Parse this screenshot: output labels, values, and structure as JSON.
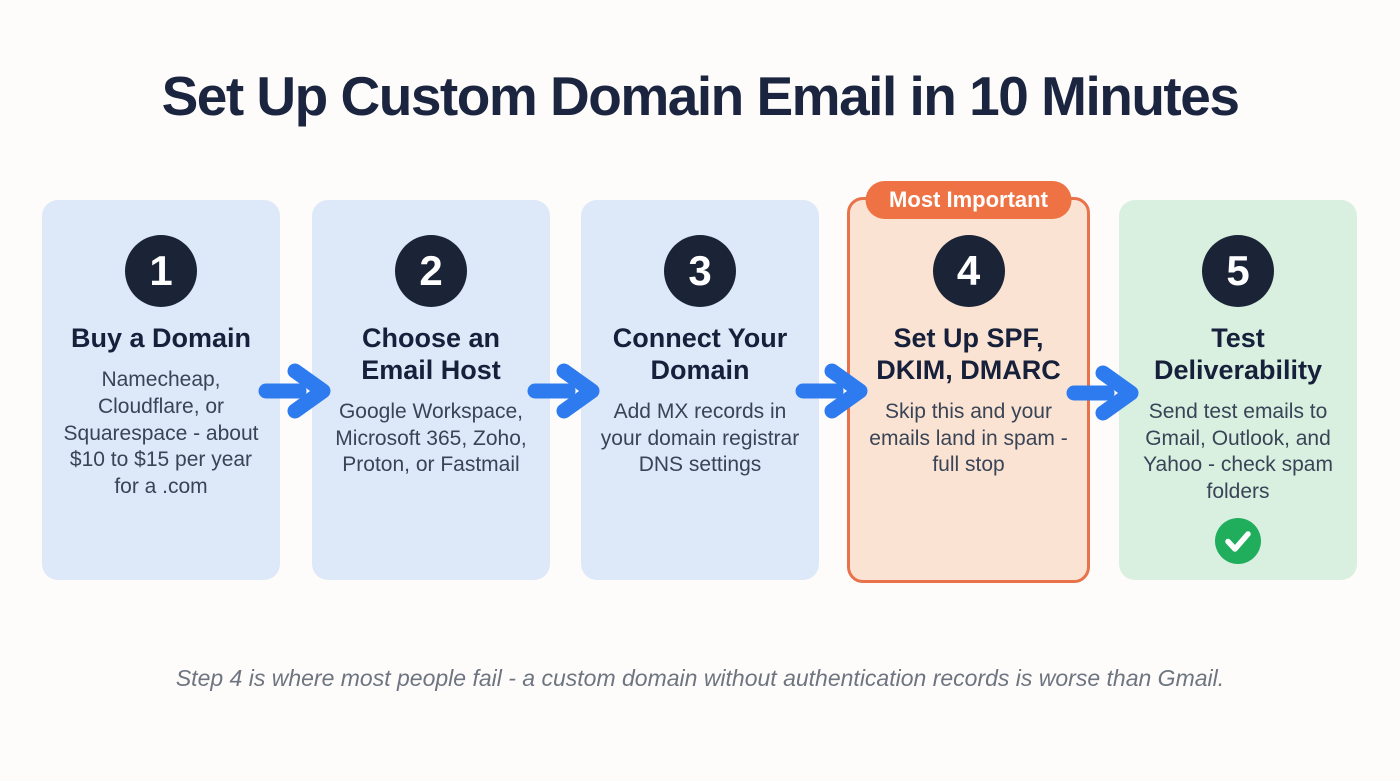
{
  "title": "Set Up Custom Domain Email in 10 Minutes",
  "footnote": "Step 4 is where most people fail - a custom domain without authentication records is worse than Gmail.",
  "steps": [
    {
      "number": "1",
      "title": "Buy a Domain",
      "description": "Namecheap, Cloudflare, or Squarespace - about $10 to $15 per year for a .com",
      "theme": "blue"
    },
    {
      "number": "2",
      "title": "Choose an Email Host",
      "description": "Google Workspace, Microsoft 365, Zoho, Proton, or Fastmail",
      "theme": "blue"
    },
    {
      "number": "3",
      "title": "Connect Your Domain",
      "description": "Add MX records in your domain registrar DNS settings",
      "theme": "blue"
    },
    {
      "number": "4",
      "title": "Set Up SPF, DKIM, DMARC",
      "description": "Skip this and your emails land in spam - full stop",
      "theme": "orange",
      "badge": "Most Important",
      "highlighted": true
    },
    {
      "number": "5",
      "title": "Test Deliverability",
      "description": "Send test emails to Gmail, Outlook, and Yahoo - check spam folders",
      "theme": "green",
      "has_check": true
    }
  ],
  "icons": {
    "arrow": "right-arrow-icon",
    "check": "check-circle-icon"
  },
  "colors": {
    "background": "#fdfcfa",
    "title_navy": "#1b2540",
    "card_blue_bg": "#dde9f9",
    "card_orange_bg": "#fbe3d3",
    "card_orange_border": "#e8734b",
    "badge_orange": "#ee7243",
    "card_green_bg": "#d9f0e0",
    "number_circle_navy": "#1b2337",
    "body_text": "#394456",
    "arrow_blue": "#2e7bf0",
    "check_green": "#21ae5c",
    "footnote_gray": "#6e7580"
  }
}
